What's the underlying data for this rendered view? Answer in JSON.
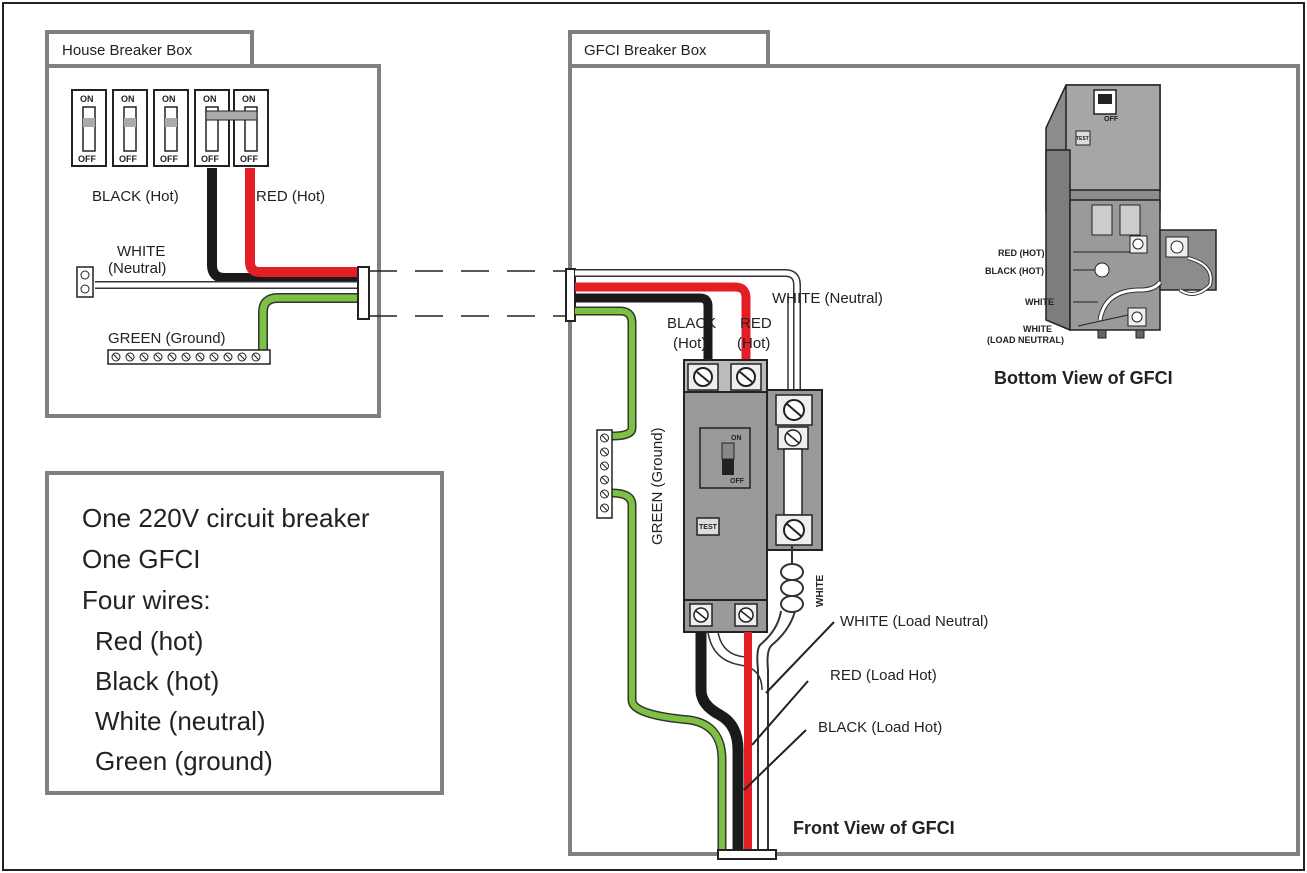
{
  "house_box": {
    "tab_label": "House Breaker Box",
    "breakers": [
      {
        "on": "ON",
        "off": "OFF"
      },
      {
        "on": "ON",
        "off": "OFF"
      },
      {
        "on": "ON",
        "off": "OFF"
      },
      {
        "on": "ON",
        "off": "OFF"
      },
      {
        "on": "ON",
        "off": "OFF"
      }
    ],
    "black_label": "BLACK (Hot)",
    "red_label": "RED (Hot)",
    "white_label_line1": "WHITE",
    "white_label_line2": "(Neutral)",
    "green_label": "GREEN (Ground)"
  },
  "gfci_box": {
    "tab_label": "GFCI Breaker Box",
    "white_neutral_label": "WHITE (Neutral)",
    "black_label_line1": "BLACK",
    "black_label_line2": "(Hot)",
    "red_label_line1": "RED",
    "red_label_line2": "(Hot)",
    "green_ground_label": "GREEN (Ground)",
    "breaker_on": "ON",
    "breaker_off": "OFF",
    "test_label": "TEST",
    "white_coil_label": "WHITE",
    "white_load_neutral": "WHITE (Load Neutral)",
    "red_load_hot": "RED (Load Hot)",
    "black_load_hot": "BLACK (Load Hot)",
    "front_view_title": "Front View of GFCI",
    "bottom_view": {
      "title": "Bottom View of GFCI",
      "off_label": "OFF",
      "test_label": "TEST",
      "red_hot": "RED (HOT)",
      "black_hot": "BLACK (HOT)",
      "white": "WHITE",
      "white_load_line1": "WHITE",
      "white_load_line2": "(LOAD NEUTRAL)"
    }
  },
  "info_box": {
    "lines": [
      "One 220V circuit breaker",
      "One GFCI",
      "Four wires:",
      "Red (hot)",
      "Black (hot)",
      "White (neutral)",
      "Green (ground)"
    ]
  },
  "colors": {
    "red_wire": "#e31e24",
    "black_wire": "#1a1a1a",
    "green_wire": "#7cc142",
    "white_wire": "#ffffff",
    "box_border": "#808080",
    "breaker_gray": "#9a9a9a"
  }
}
